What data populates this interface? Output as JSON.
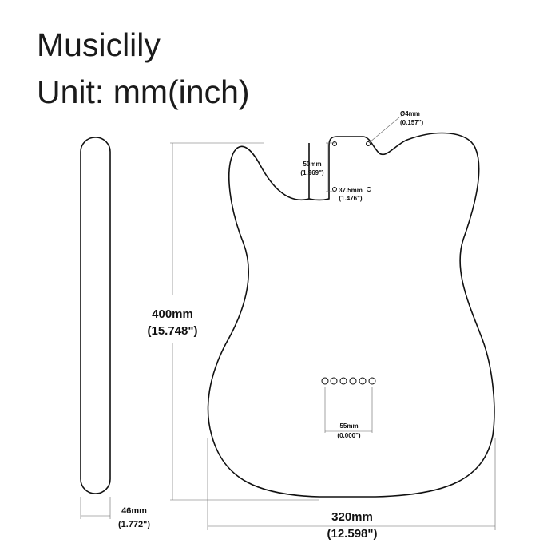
{
  "header": {
    "brand": "Musiclily",
    "unit_label": "Unit: mm(inch)"
  },
  "dimensions": {
    "height": {
      "mm": "400mm",
      "inch": "(15.748\")"
    },
    "width": {
      "mm": "320mm",
      "inch": "(12.598\")"
    },
    "thickness": {
      "mm": "46mm",
      "inch": "(1.772\")"
    },
    "neck_pocket_depth": {
      "mm": "50mm",
      "inch": "(1.969\")"
    },
    "neck_hole_spacing": {
      "mm": "37.5mm",
      "inch": "(1.476\")"
    },
    "hole_diameter": {
      "mm": "Ø4mm",
      "inch": "(0.157\")"
    },
    "string_spacing": {
      "mm": "55mm",
      "inch": "(0.000\")"
    }
  },
  "colors": {
    "outline": "#111111",
    "dimension_line": "#666666",
    "text": "#1a1a1a",
    "background": "#ffffff"
  }
}
